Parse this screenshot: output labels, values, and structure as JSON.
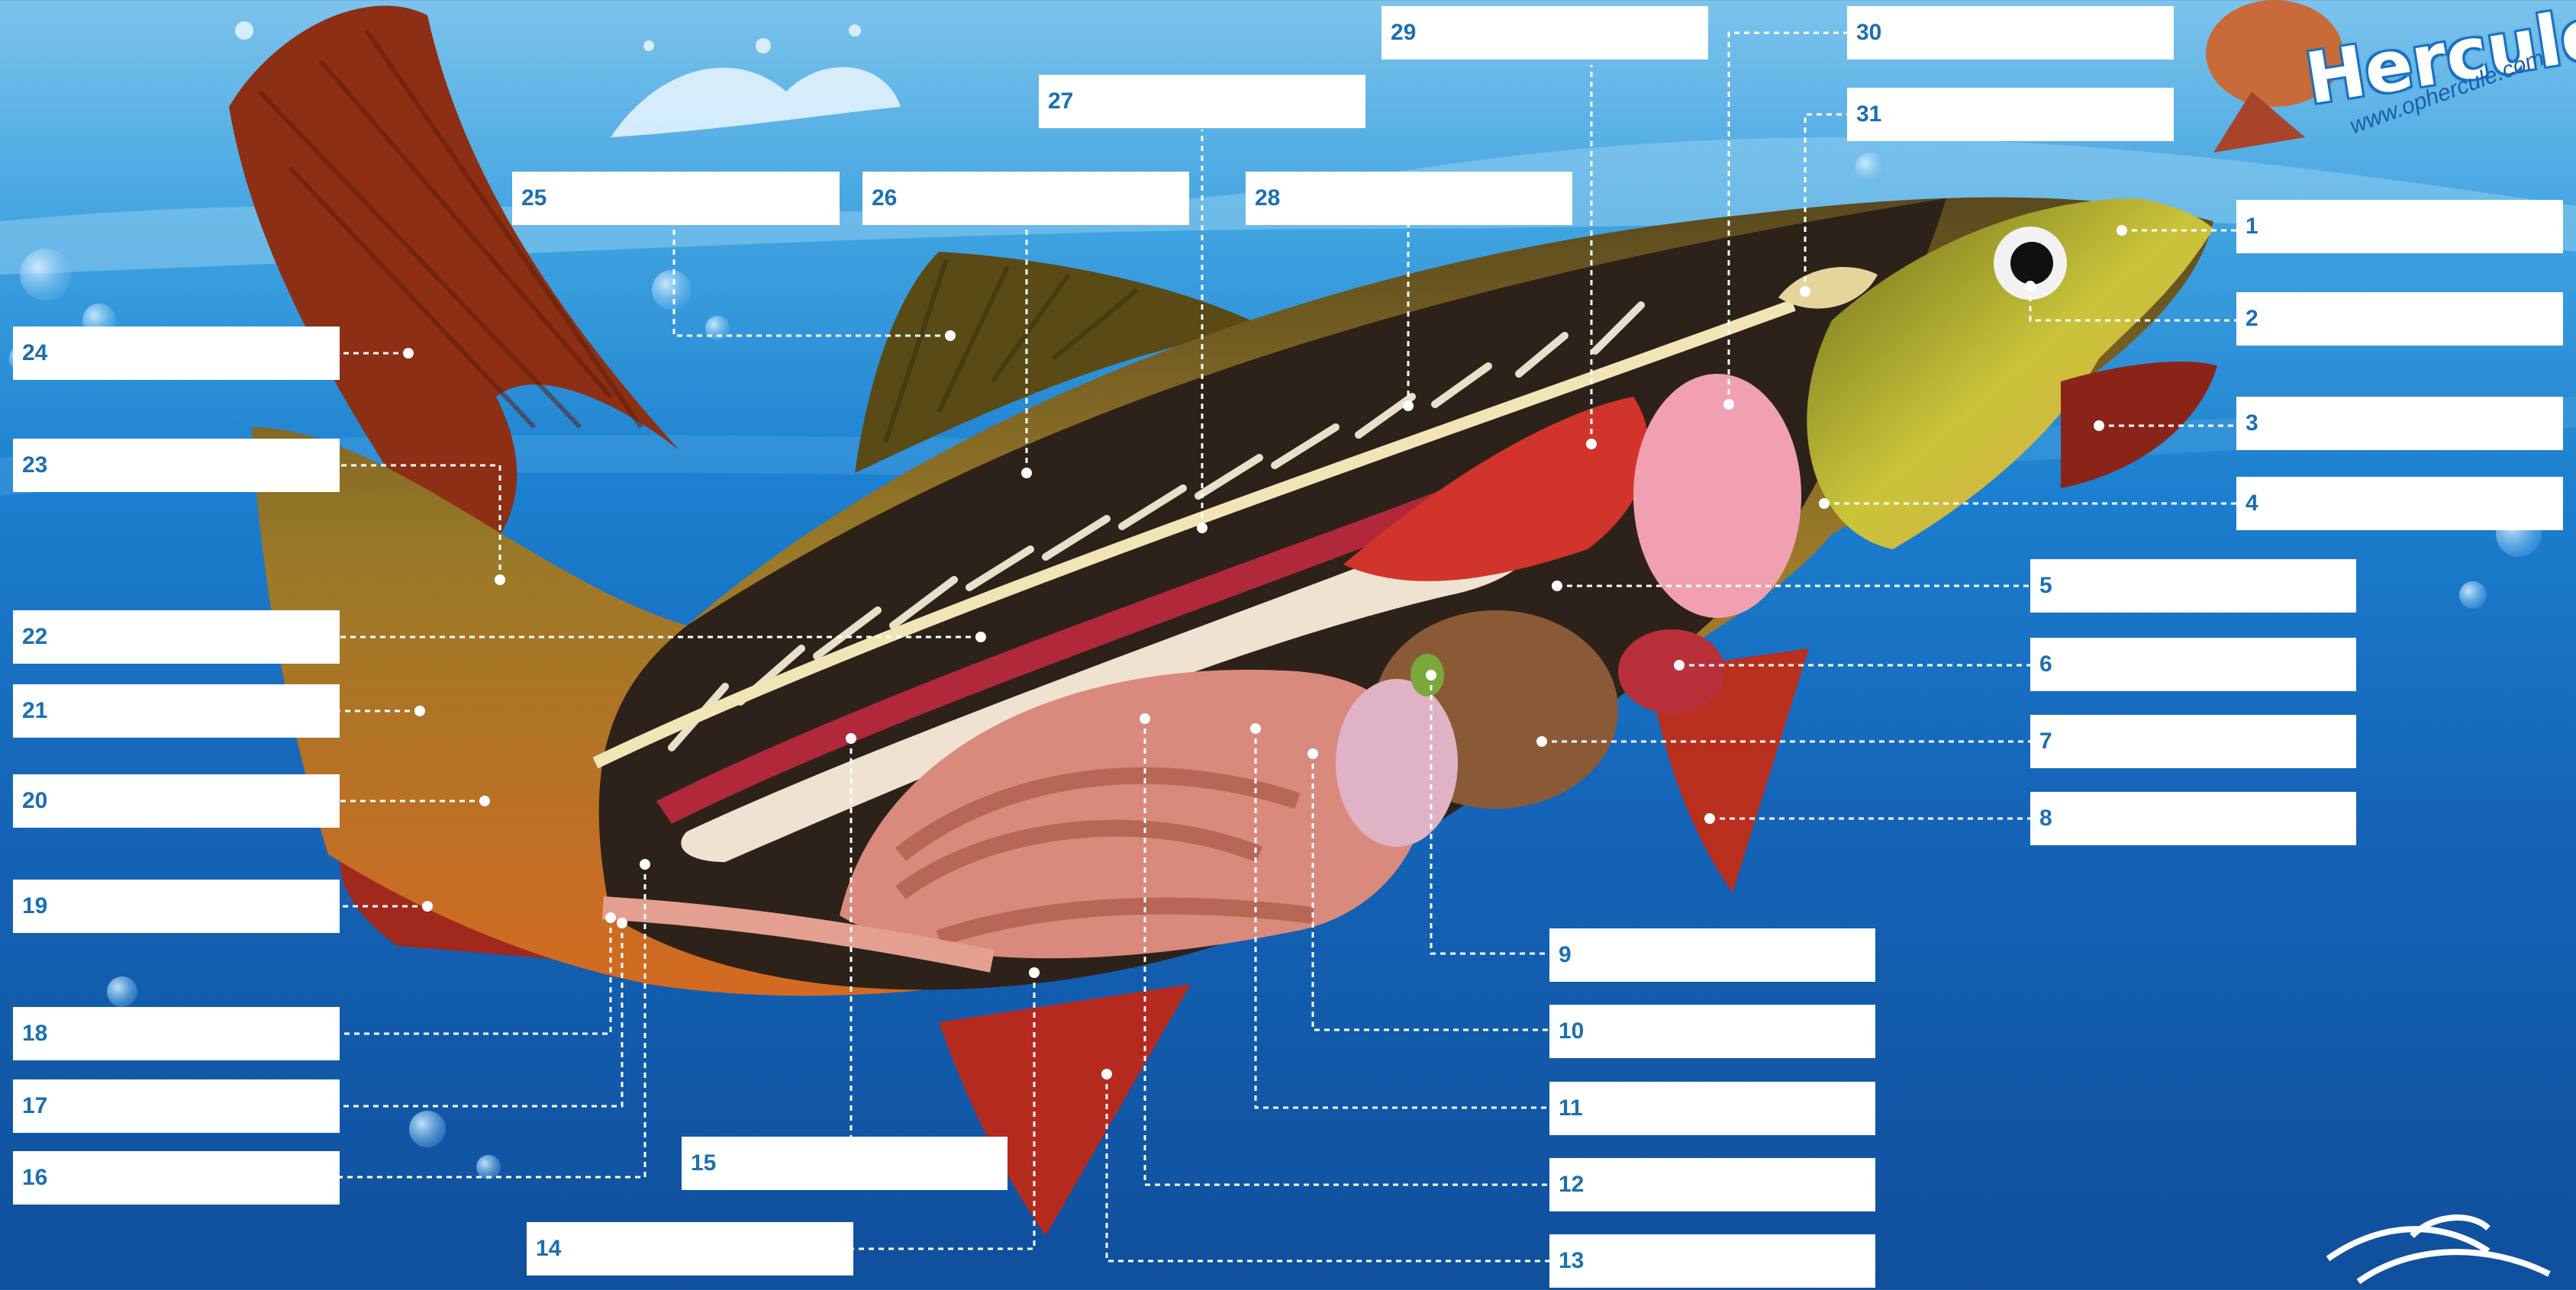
{
  "brand": {
    "name": "Hercule",
    "url": "www.ophercule.com"
  },
  "colors": {
    "label_number": "#1b6fb5",
    "label_box": "#ffffff",
    "leader_line": "#ffffff",
    "water_top": "#7cc3ec",
    "water_bottom": "#0f4f9c"
  },
  "labels": [
    {
      "num": "1"
    },
    {
      "num": "2"
    },
    {
      "num": "3"
    },
    {
      "num": "4"
    },
    {
      "num": "5"
    },
    {
      "num": "6"
    },
    {
      "num": "7"
    },
    {
      "num": "8"
    },
    {
      "num": "9"
    },
    {
      "num": "10"
    },
    {
      "num": "11"
    },
    {
      "num": "12"
    },
    {
      "num": "13"
    },
    {
      "num": "14"
    },
    {
      "num": "15"
    },
    {
      "num": "16"
    },
    {
      "num": "17"
    },
    {
      "num": "18"
    },
    {
      "num": "19"
    },
    {
      "num": "20"
    },
    {
      "num": "21"
    },
    {
      "num": "22"
    },
    {
      "num": "23"
    },
    {
      "num": "24"
    },
    {
      "num": "25"
    },
    {
      "num": "26"
    },
    {
      "num": "27"
    },
    {
      "num": "28"
    },
    {
      "num": "29"
    },
    {
      "num": "30"
    },
    {
      "num": "31"
    }
  ]
}
